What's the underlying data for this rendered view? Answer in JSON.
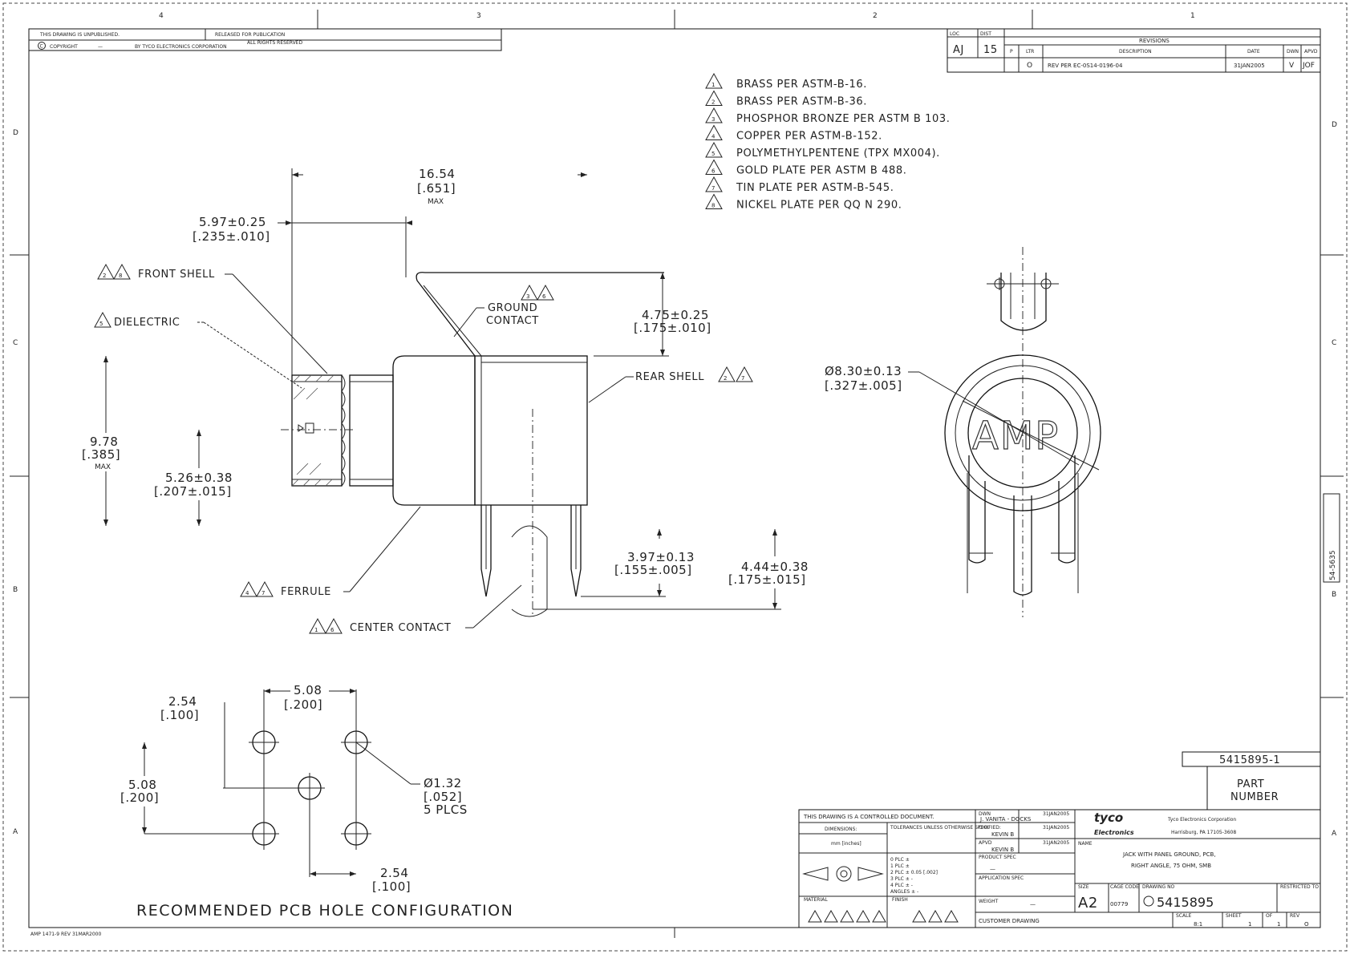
{
  "border": {
    "zones_top": [
      "4",
      "3",
      "2",
      "1"
    ],
    "zones_side": [
      "D",
      "C",
      "B",
      "A"
    ],
    "side_ref": "54-5635"
  },
  "header": {
    "unpublished": "THIS DRAWING IS UNPUBLISHED.",
    "released": "RELEASED FOR PUBLICATION",
    "copyright": "COPYRIGHT",
    "copyright_dash": "—",
    "copyright_by": "BY TYCO ELECTRONICS CORPORATION",
    "rights": "ALL RIGHTS RESERVED"
  },
  "revisions": {
    "title": "REVISIONS",
    "loc_label": "LOC",
    "loc": "AJ",
    "dist_label": "DIST",
    "dist": "15",
    "cols": [
      "P",
      "LTR",
      "DESCRIPTION",
      "DATE",
      "DWN",
      "APVD"
    ],
    "rows": [
      {
        "ltr": "O",
        "desc": "REV PER EC-0S14-0196-04",
        "date": "31JAN2005",
        "dwn": "V",
        "apvd": "JOF"
      }
    ]
  },
  "notes": [
    {
      "num": "1",
      "text": "BRASS PER ASTM-B-16."
    },
    {
      "num": "2",
      "text": "BRASS PER ASTM-B-36."
    },
    {
      "num": "3",
      "text": "PHOSPHOR BRONZE PER ASTM B 103."
    },
    {
      "num": "4",
      "text": "COPPER PER ASTM-B-152."
    },
    {
      "num": "5",
      "text": "POLYMETHYLPENTENE (TPX MX004)."
    },
    {
      "num": "6",
      "text": "GOLD PLATE PER ASTM B 488."
    },
    {
      "num": "7",
      "text": "TIN PLATE PER ASTM-B-545."
    },
    {
      "num": "8",
      "text": "NICKEL PLATE PER QQ N 290."
    }
  ],
  "labels": {
    "front_shell": "FRONT SHELL",
    "dielectric": "DIELECTRIC",
    "ground_contact_1": "GROUND",
    "ground_contact_2": "CONTACT",
    "rear_shell": "REAR SHELL",
    "ferrule": "FERRULE",
    "center_contact": "CENTER CONTACT",
    "logo": "AMP",
    "pcb_title": "RECOMMENDED PCB HOLE CONFIGURATION"
  },
  "dims": {
    "d1_mm": "16.54",
    "d1_in": "[.651]",
    "d1_max": "MAX",
    "d2_mm": "5.97±0.25",
    "d2_in": "[.235±.010]",
    "d3_mm": "4.75±0.25",
    "d3_in": "[.175±.010]",
    "d4_mm": "9.78",
    "d4_in": "[.385]",
    "d4_max": "MAX",
    "d5_mm": "5.26±0.38",
    "d5_in": "[.207±.015]",
    "d6_mm": "3.97±0.13",
    "d6_in": "[.155±.005]",
    "d7_mm": "4.44±0.38",
    "d7_in": "[.175±.015]",
    "d8_mm": "Ø8.30±0.13",
    "d8_in": "[.327±.005]",
    "p1_mm": "5.08",
    "p1_in": "[.200]",
    "p2_mm": "2.54",
    "p2_in": "[.100]",
    "p3_mm": "5.08",
    "p3_in": "[.200]",
    "p4_mm": "2.54",
    "p4_in": "[.100]",
    "p5_mm": "Ø1.32",
    "p5_in": "[.052]",
    "p5_n": "5 PLCS"
  },
  "title_block": {
    "part_no": "5415895-1",
    "part_label_1": "PART",
    "part_label_2": "NUMBER",
    "controlled": "THIS DRAWING IS A CONTROLLED DOCUMENT.",
    "dwn_label": "DWN",
    "dwn": "J. VANITA - DOCKS",
    "dwn_date": "31JAN2005",
    "chk_label": "CHK",
    "chk": "KEVIN B",
    "chk_date": "31JAN2005",
    "apvd_label": "APVD",
    "apvd": "KEVIN B",
    "apvd_date": "31JAN2005",
    "dimensions": "DIMENSIONS:",
    "units": "mm [inches]",
    "tolerances": "TOLERANCES UNLESS OTHERWISE SPECIFIED:",
    "tol_rows": [
      "0 PLC  ±",
      "1 PLC  ±",
      "2 PLC  ±  0.05 [.002]",
      "3 PLC  ±  -",
      "4 PLC  ±  -",
      "ANGLES     ±  -"
    ],
    "product_spec": "PRODUCT SPEC",
    "product_spec_val": "—",
    "application_spec": "APPLICATION SPEC",
    "weight": "WEIGHT",
    "weight_val": "—",
    "material": "MATERIAL",
    "finish": "FINISH",
    "company_logo": "tyco",
    "company_logo_sub": "Electronics",
    "company": "Tyco Electronics Corporation",
    "address": "Harrisburg, PA 17105-3608",
    "name_label": "NAME",
    "name_1": "JACK WITH PANEL GROUND, PCB,",
    "name_2": "RIGHT ANGLE, 75 OHM, SMB",
    "size_label": "SIZE",
    "size": "A2",
    "cage_label": "CAGE CODE",
    "cage": "00779",
    "dwg_label": "DRAWING NO",
    "dwg_no": "5415895",
    "restricted": "RESTRICTED TO",
    "customer": "CUSTOMER DRAWING",
    "scale_label": "SCALE",
    "scale": "8:1",
    "sheet_label": "SHEET",
    "sheet": "1",
    "of_label": "OF",
    "of": "1",
    "rev_label": "REV",
    "rev": "O"
  },
  "footer": "AMP 1471-9 REV 31MAR2000"
}
